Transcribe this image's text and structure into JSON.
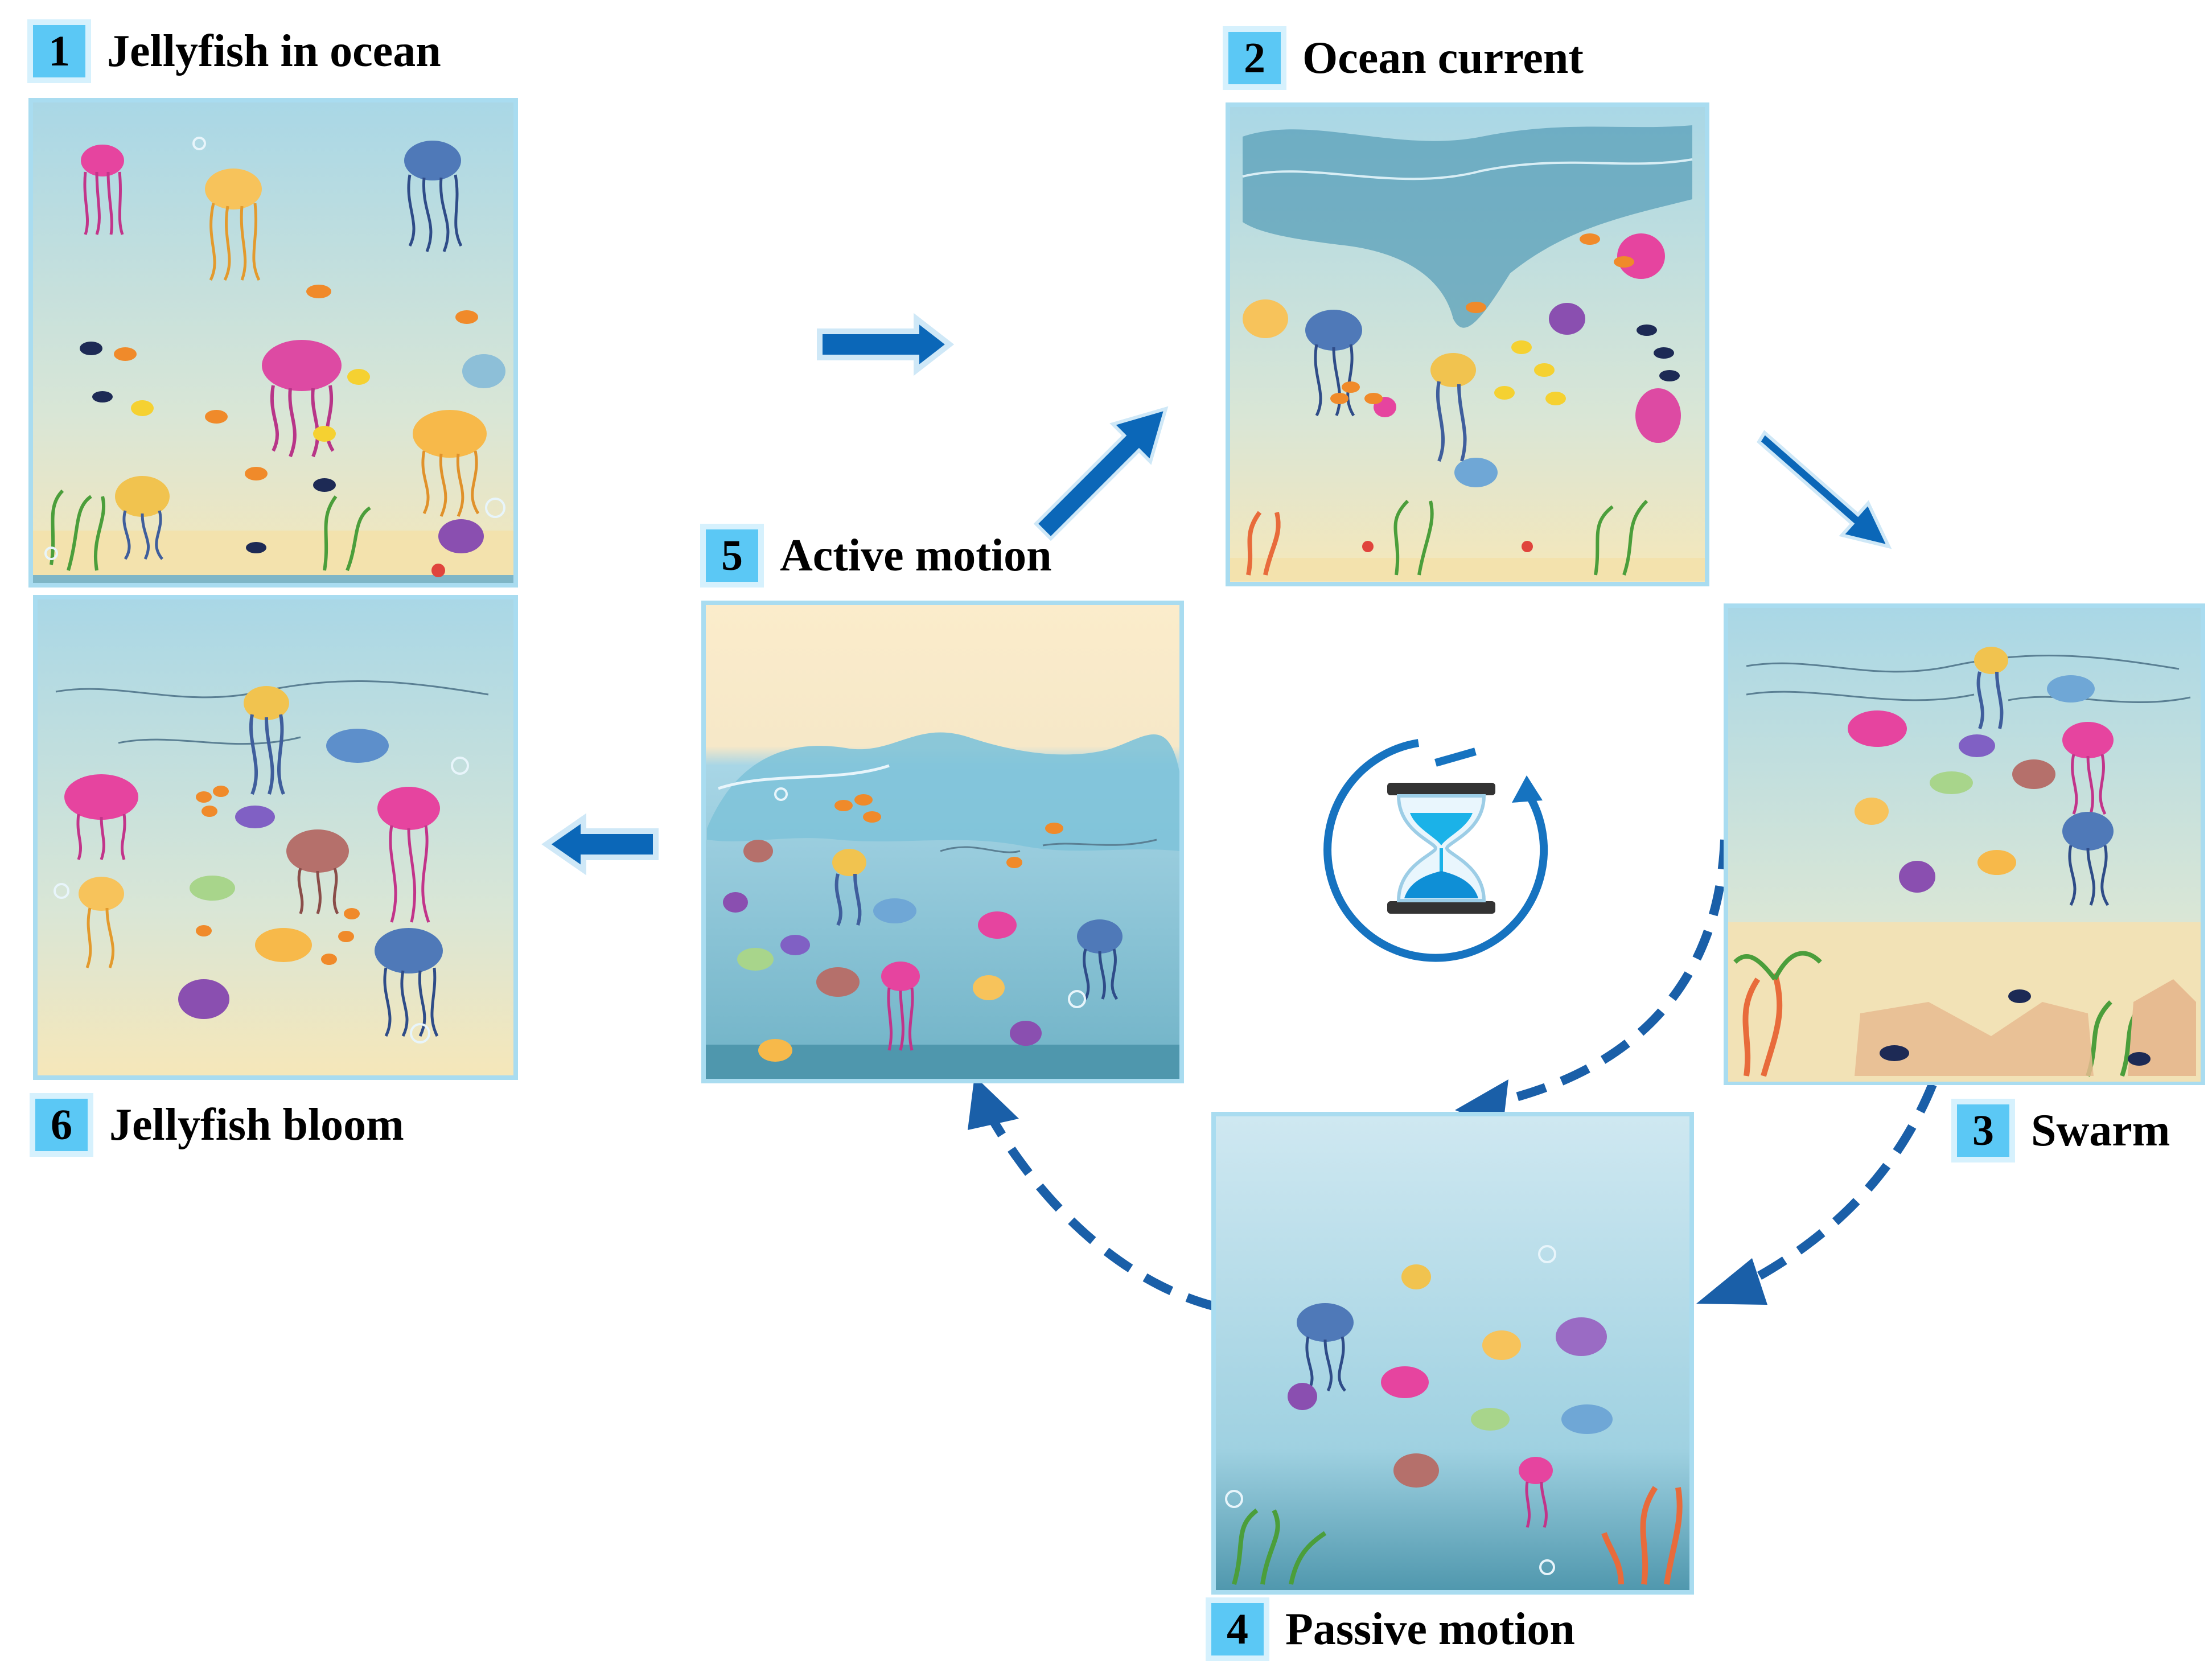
{
  "steps": [
    {
      "num": "1",
      "title": "Jellyfish in ocean"
    },
    {
      "num": "2",
      "title": "Ocean current"
    },
    {
      "num": "3",
      "title": "Swarm"
    },
    {
      "num": "4",
      "title": "Passive motion"
    },
    {
      "num": "5",
      "title": "Active motion"
    },
    {
      "num": "6",
      "title": "Jellyfish bloom"
    }
  ],
  "colors": {
    "arrow_blue": "#0b67b8",
    "dashed_blue": "#1a5fa8",
    "label_box": "#5bc8f5",
    "panel_border": "#a9dcf0",
    "water": "#a9d7e6",
    "sand": "#f7e8b8"
  },
  "icons": [
    "hourglass-icon",
    "refresh-icon"
  ]
}
